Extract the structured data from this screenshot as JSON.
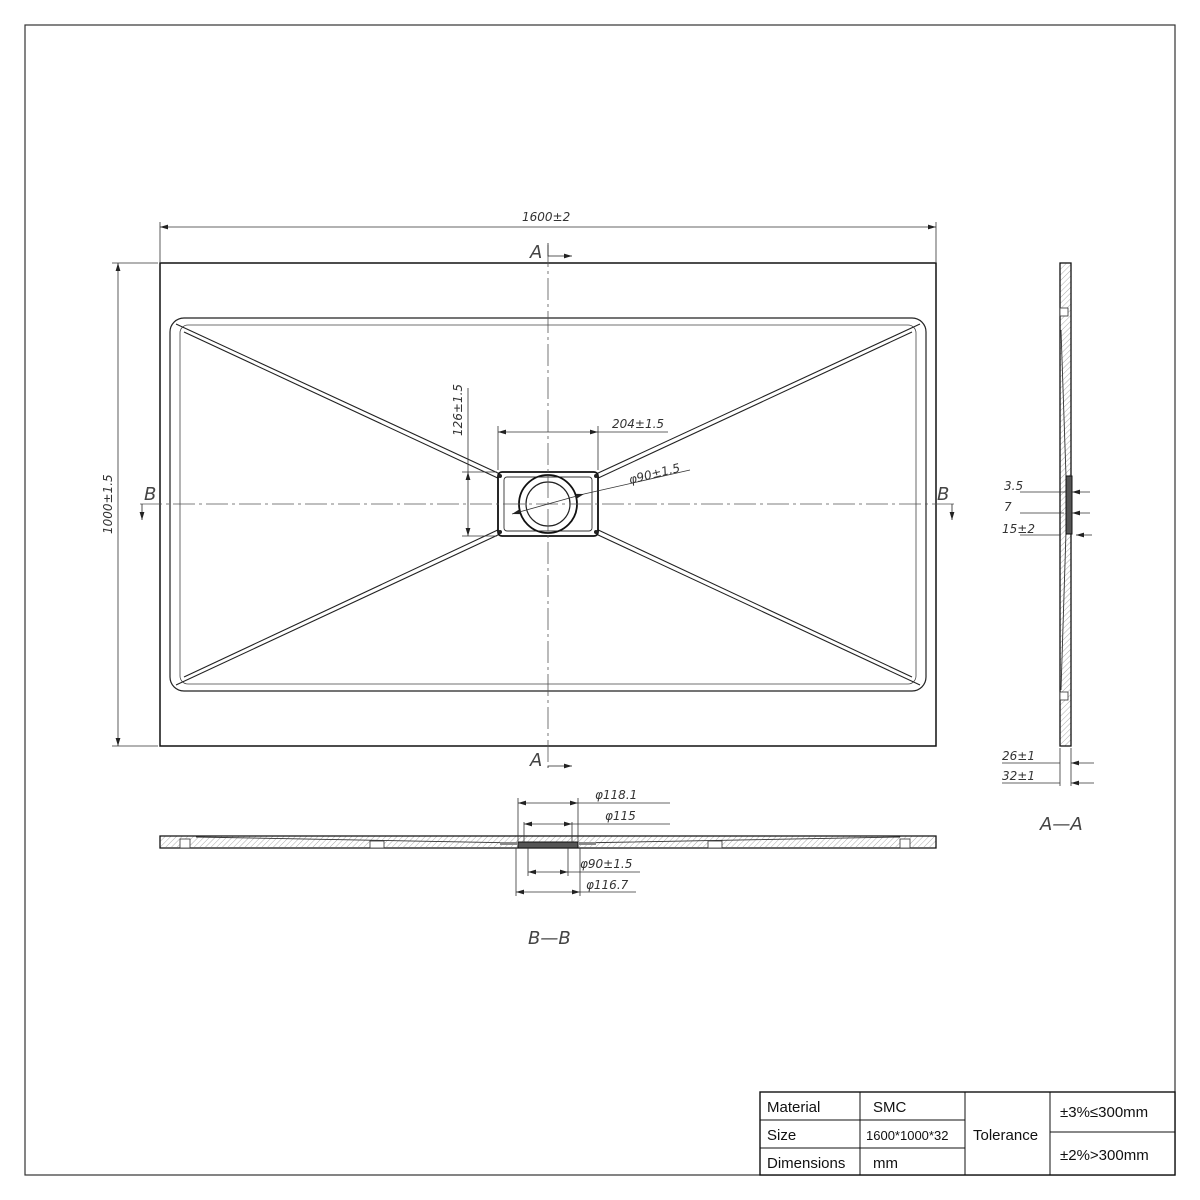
{
  "plan_view": {
    "width_dim": "1600±2",
    "height_dim": "1000±1.5",
    "drain_width_dim": "204±1.5",
    "drain_height_dim": "126±1.5",
    "drain_dia_dim": "φ90±1.5",
    "section_a_top": "A",
    "section_a_bottom": "A",
    "section_b_left": "B",
    "section_b_right": "B"
  },
  "section_bb": {
    "dims": [
      "φ118.1",
      "φ115",
      "φ90±1.5",
      "φ116.7"
    ],
    "title": "B—B"
  },
  "section_aa": {
    "dims": [
      "3.5",
      "7",
      "15±2",
      "26±1",
      "32±1"
    ],
    "title": "A—A"
  },
  "title_block": {
    "material_label": "Material",
    "material_value": "SMC",
    "size_label": "Size",
    "size_value": "1600*1000*32",
    "dimensions_label": "Dimensions",
    "dimensions_value": "mm",
    "tolerance_label": "Tolerance",
    "tolerance_1": "±3%≤300mm",
    "tolerance_2": "±2%>300mm"
  }
}
